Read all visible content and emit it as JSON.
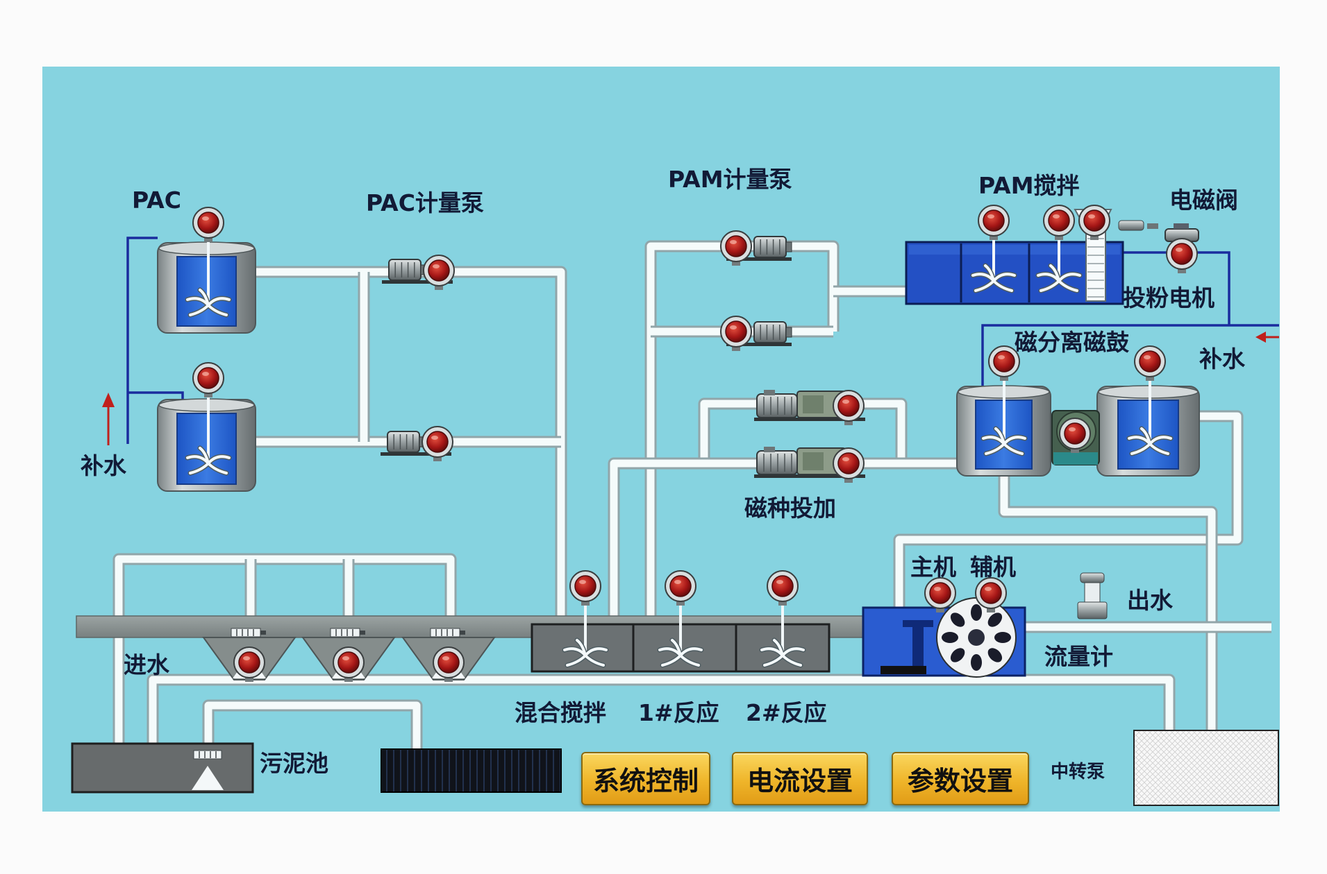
{
  "labels": {
    "pac": "PAC",
    "pac_pump": "PAC计量泵",
    "pam_pump": "PAM计量泵",
    "pam_mix": "PAM搅拌",
    "solenoid_valve": "电磁阀",
    "powder_motor": "投粉电机",
    "mag_drum": "磁分离磁鼓",
    "makeup_water_right": "补水",
    "makeup_water_left": "补水",
    "mag_seed": "磁种投加",
    "main_unit": "主机",
    "aux_unit": "辅机",
    "outlet": "出水",
    "flowmeter": "流量计",
    "inlet": "进水",
    "mixing": "混合搅拌",
    "reaction1": "1#反应",
    "reaction2": "2#反应",
    "sludge_tank": "污泥池",
    "transfer_pump": "中转泵"
  },
  "buttons": {
    "system_control": "系统控制",
    "current_settings": "电流设置",
    "param_settings": "参数设置"
  },
  "colors": {
    "panel": "#86d3e0",
    "pipe": "#f5fbfb",
    "water_line": "#1a2c9e",
    "tank_blue": "#2b66d4",
    "motor_lamp": "#a51616",
    "button": "#efb52a",
    "arrow": "#c0201c"
  },
  "icons": [
    "motor-indicator-icon",
    "agitator-icon",
    "metering-pump-icon",
    "flowmeter-icon",
    "arrow-up-icon",
    "arrow-left-icon"
  ]
}
